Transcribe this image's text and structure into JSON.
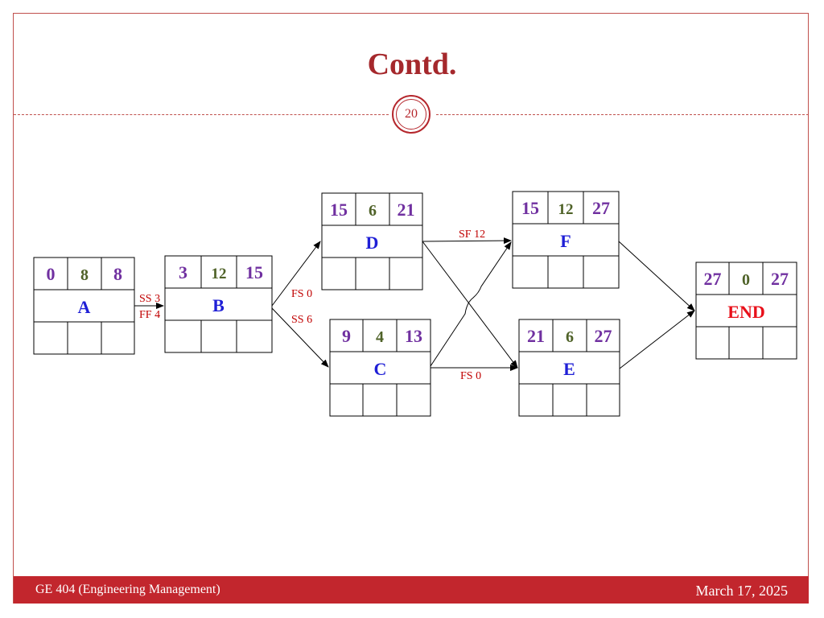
{
  "slide": {
    "title": "Contd.",
    "page_number": "20",
    "footer_left": "GE 404 (Engineering Management)",
    "footer_right": "March 17, 2025"
  },
  "colors": {
    "accent": "#a5282c",
    "footer_bg": "#c2262d",
    "start_time": "#7030a0",
    "duration": "#4f6228",
    "activity_name": "#1f1fd6",
    "end_name": "#e8101a",
    "link_label": "#c00000"
  },
  "nodes": [
    {
      "id": "A",
      "es": "0",
      "dur": "8",
      "ef": "8"
    },
    {
      "id": "B",
      "es": "3",
      "dur": "12",
      "ef": "15"
    },
    {
      "id": "D",
      "es": "15",
      "dur": "6",
      "ef": "21"
    },
    {
      "id": "C",
      "es": "9",
      "dur": "4",
      "ef": "13"
    },
    {
      "id": "F",
      "es": "15",
      "dur": "12",
      "ef": "27"
    },
    {
      "id": "E",
      "es": "21",
      "dur": "6",
      "ef": "27"
    },
    {
      "id": "END",
      "es": "27",
      "dur": "0",
      "ef": "27"
    }
  ],
  "links": [
    {
      "from": "A",
      "to": "B",
      "labels": [
        "SS 3",
        "FF 4"
      ]
    },
    {
      "from": "B",
      "to": "D",
      "labels": [
        "FS 0"
      ]
    },
    {
      "from": "B",
      "to": "C",
      "labels": [
        "SS 6"
      ]
    },
    {
      "from": "D",
      "to": "F",
      "labels": [
        "SF 12"
      ]
    },
    {
      "from": "D",
      "to": "E",
      "labels": []
    },
    {
      "from": "C",
      "to": "F",
      "labels": []
    },
    {
      "from": "C",
      "to": "E",
      "labels": [
        "FS 0"
      ]
    },
    {
      "from": "F",
      "to": "END",
      "labels": []
    },
    {
      "from": "E",
      "to": "END",
      "labels": []
    }
  ]
}
